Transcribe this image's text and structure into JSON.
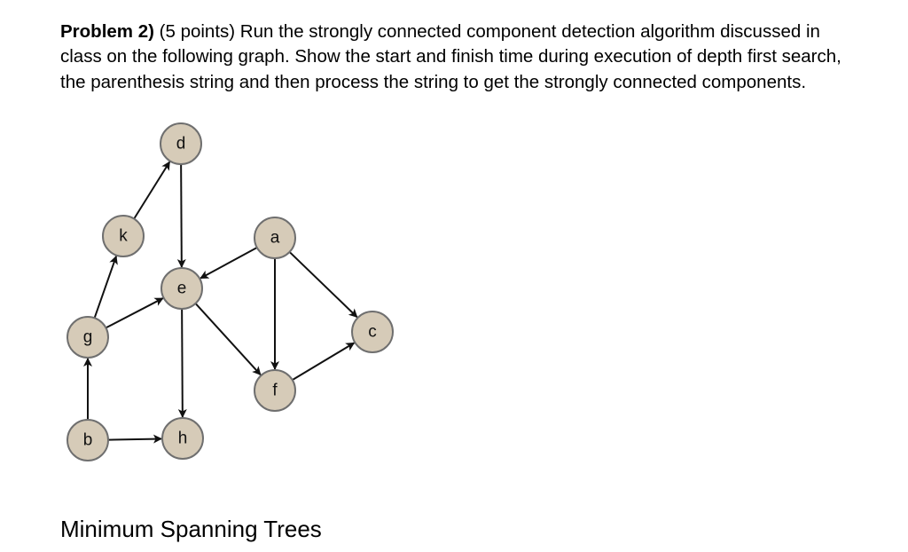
{
  "problem": {
    "lead": "Problem 2)",
    "text": " (5 points) Run the strongly connected component detection algorithm discussed in class on the following graph.  Show the start and finish time during execution of depth first search, the parenthesis string and then process the string to get the strongly connected components."
  },
  "graph": {
    "nodes": [
      {
        "id": "d",
        "label": "d"
      },
      {
        "id": "k",
        "label": "k"
      },
      {
        "id": "a",
        "label": "a"
      },
      {
        "id": "e",
        "label": "e"
      },
      {
        "id": "g",
        "label": "g"
      },
      {
        "id": "c",
        "label": "c"
      },
      {
        "id": "f",
        "label": "f"
      },
      {
        "id": "b",
        "label": "b"
      },
      {
        "id": "h",
        "label": "h"
      }
    ],
    "edges": [
      {
        "from": "k",
        "to": "d"
      },
      {
        "from": "g",
        "to": "k"
      },
      {
        "from": "d",
        "to": "e"
      },
      {
        "from": "a",
        "to": "e"
      },
      {
        "from": "g",
        "to": "e"
      },
      {
        "from": "a",
        "to": "c"
      },
      {
        "from": "a",
        "to": "f"
      },
      {
        "from": "e",
        "to": "f"
      },
      {
        "from": "f",
        "to": "c"
      },
      {
        "from": "e",
        "to": "h"
      },
      {
        "from": "b",
        "to": "g"
      },
      {
        "from": "b",
        "to": "h"
      }
    ]
  },
  "section": {
    "heading": "Minimum Spanning Trees"
  }
}
